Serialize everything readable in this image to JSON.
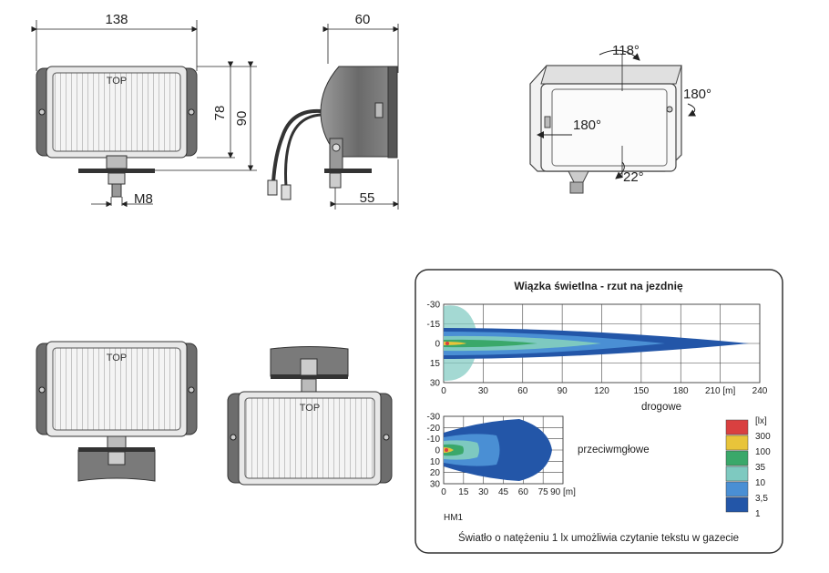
{
  "dimensions": {
    "width": "138",
    "depth": "60",
    "height_inner": "78",
    "height_outer": "90",
    "thread": "M8",
    "mount_depth": "55"
  },
  "lamp_label": "TOP",
  "angles": {
    "tilt_up": "118°",
    "rotate_right": "180°",
    "rotate_left": "180°",
    "tilt_down": "22°"
  },
  "chart_data": {
    "type": "heatmap",
    "title": "Wiązka świetlna - rzut na jezdnię",
    "panels": [
      {
        "name": "drogowe",
        "x_ticks": [
          "0",
          "30",
          "60",
          "90",
          "120",
          "150",
          "180",
          "210 [m]",
          "240"
        ],
        "y_ticks": [
          "-30",
          "-15",
          "0",
          "15",
          "30"
        ],
        "xlim": [
          0,
          240
        ],
        "ylim": [
          -30,
          30
        ]
      },
      {
        "name": "przeciwmgłowe",
        "x_ticks": [
          "0",
          "15",
          "30",
          "45",
          "60",
          "75",
          "90 [m]"
        ],
        "y_ticks": [
          "-30",
          "-20",
          "-10",
          "0",
          "10",
          "20",
          "30"
        ],
        "xlim": [
          0,
          90
        ],
        "ylim": [
          -30,
          30
        ]
      }
    ],
    "legend": {
      "title": "[lx]",
      "entries": [
        {
          "label": "300",
          "color": "#d94040"
        },
        {
          "label": "100",
          "color": "#e8c43a"
        },
        {
          "label": "35",
          "color": "#3aa86a"
        },
        {
          "label": "10",
          "color": "#7ec9c0"
        },
        {
          "label": "3,5",
          "color": "#4a8fd4"
        },
        {
          "label": "1",
          "color": "#2356a8"
        }
      ]
    },
    "model": "HM1",
    "note": "Światło o natężeniu 1 lx umożliwia czytanie tekstu w gazecie"
  }
}
